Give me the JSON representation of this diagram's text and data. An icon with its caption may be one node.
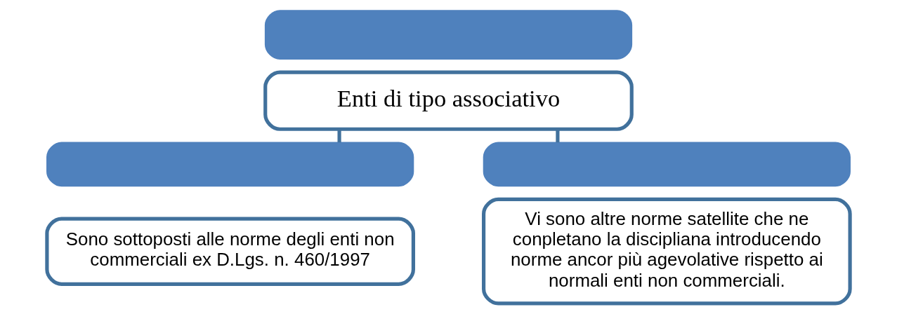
{
  "diagram": {
    "nodes": [
      {
        "text": [],
        "shape": "box"
      },
      {
        "text": [
          "Enti di tipo associativo"
        ]
      },
      {
        "text": [],
        "shape": "box"
      },
      {
        "text": [
          "Sono sottoposti alle norme degli enti non commerciali ex D.Lgs. n. 460/1997"
        ]
      },
      {
        "text": [],
        "shape": "box"
      },
      {
        "text": [
          "Vi sono altre norme satellite che ne conpletano la discipliana introducendo norme ancor più agevolative rispetto ai normali enti non commerciali."
        ]
      }
    ],
    "edges": [
      {
        "from": 1,
        "to": 2,
        "arrow": "none"
      },
      {
        "from": 1,
        "to": 4,
        "arrow": "none"
      }
    ]
  }
}
